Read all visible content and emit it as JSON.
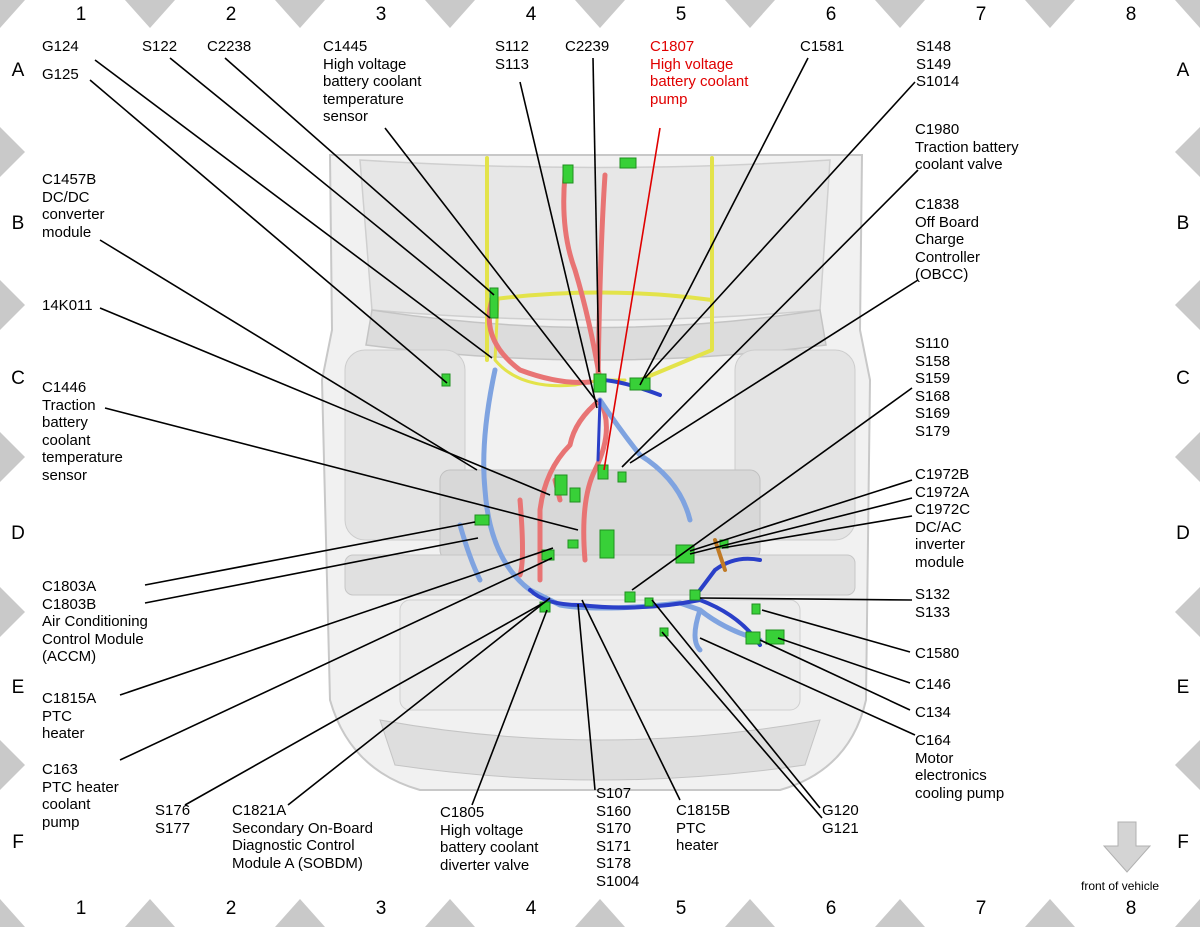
{
  "grid": {
    "columns": [
      "1",
      "2",
      "3",
      "4",
      "5",
      "6",
      "7",
      "8"
    ],
    "rows": [
      "A",
      "B",
      "C",
      "D",
      "E",
      "F"
    ]
  },
  "callouts": {
    "g124": "G124",
    "g125": "G125",
    "s122": "S122",
    "c2238": "C2238",
    "c1445": "C1445\nHigh voltage\nbattery coolant\ntemperature\nsensor",
    "s112_s113": "S112\nS113",
    "c2239": "C2239",
    "c1807": "C1807\nHigh voltage\nbattery coolant\npump",
    "c1581": "C1581",
    "s148_group": "S148\nS149\nS1014",
    "c1980": "C1980\nTraction battery\ncoolant valve",
    "c1838": "C1838\nOff Board\nCharge\nController\n(OBCC)",
    "c1457b": "C1457B\nDC/DC\nconverter\nmodule",
    "k14k011": "14K011",
    "c1446": "C1446\nTraction\nbattery\ncoolant\ntemperature\nsensor",
    "s110_group": "S110\nS158\nS159\nS168\nS169\nS179",
    "c1972": "C1972B\nC1972A\nC1972C\nDC/AC\ninverter\nmodule",
    "c1803": "C1803A\nC1803B\nAir Conditioning\nControl Module\n(ACCM)",
    "s132_s133": "S132\nS133",
    "c1580": "C1580",
    "c146": "C146",
    "c134": "C134",
    "c164": "C164\nMotor\nelectronics\ncooling pump",
    "c1815a": "C1815A\nPTC\nheater",
    "c163": "C163\nPTC heater\ncoolant\npump",
    "s176_s177": "S176\nS177",
    "c1821a": "C1821A\nSecondary On-Board\nDiagnostic Control\nModule A (SOBDM)",
    "c1805": "C1805\nHigh voltage\nbattery coolant\ndiverter valve",
    "s107_group": "S107\nS160\nS170\nS171\nS178\nS1004",
    "c1815b": "C1815B\nPTC\nheater",
    "g120_g121": "G120\nG121"
  },
  "front_of_vehicle": "front of vehicle",
  "colors": {
    "highlight": "#e00000",
    "hv_harness": "#e87474",
    "coolant_line": "#7fa3e0",
    "lv_harness": "#2a3fc8",
    "connector": "#38d038",
    "chassis_harness": "#e3e34a",
    "grid_marker": "#c9c9c9"
  }
}
